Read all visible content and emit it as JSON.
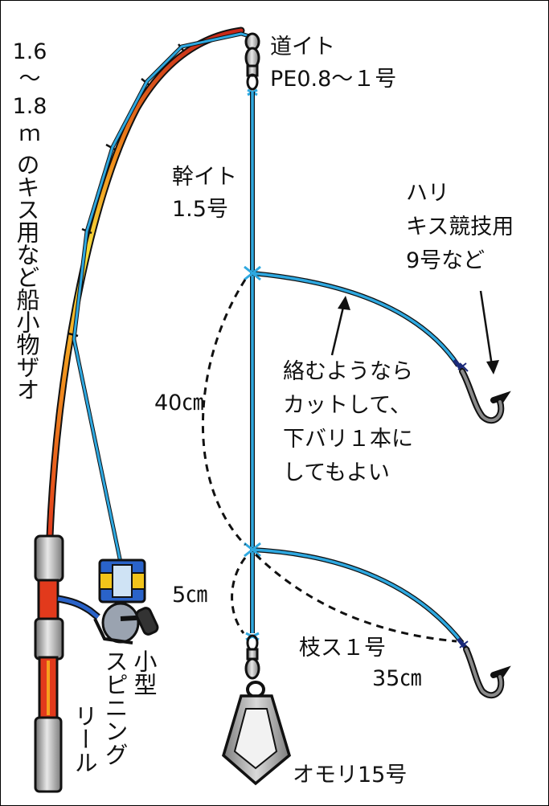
{
  "labels": {
    "michi_ito_name": "道イト",
    "michi_ito_spec": "PE0.8～１号",
    "miki_ito_name": "幹イト",
    "miki_ito_spec": "1.5号",
    "hari_name": "ハリ",
    "hari_type": "キス競技用",
    "hari_spec": "9号など",
    "note_line1": "絡むようなら",
    "note_line2": "カットして、",
    "note_line3": "下バリ１本に",
    "note_line4": "してもよい",
    "spacing_upper": "40㎝",
    "spacing_lower": "5㎝",
    "edasu_name": "枝ス１号",
    "edasu_length": "35㎝",
    "omori": "オモリ15号",
    "reel_col1": "小型",
    "reel_col2": "スピニング",
    "reel_col3": "リール",
    "rod_len_a": "1.6",
    "rod_len_sep": "～",
    "rod_len_b": "1.8",
    "rod_len_unit": "ｍ",
    "rod_desc": "のキス用など船小物ザオ"
  },
  "colors": {
    "line_blue": "#2ea8e0",
    "rod_red": "#e23a1c",
    "rod_orange": "#f39a1e",
    "rod_yellow": "#f7e23c",
    "knot_navy": "#1b2a7a",
    "hook_gray": "#8a8a8a",
    "sinker_gray": "#9a9a9a"
  }
}
